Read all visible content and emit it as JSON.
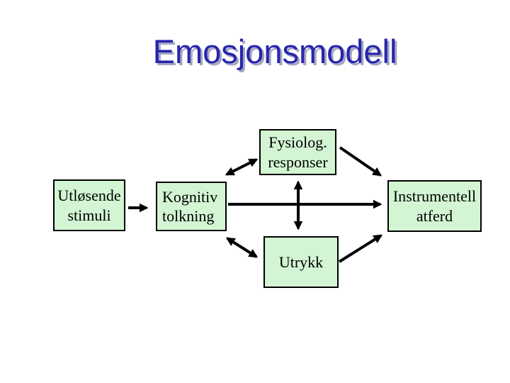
{
  "slide": {
    "title": "Emosjonsmodell",
    "colors": {
      "title_text": "#2626AE",
      "title_shadow": "#A6A6C2",
      "box_fill": "#D3F5D3",
      "box_border": "#000000",
      "arrow": "#000000",
      "background": "#FFFFFF"
    }
  },
  "diagram": {
    "boxes": [
      {
        "id": "utlosende-stimuli",
        "line1": "Utløsende",
        "line2": "stimuli"
      },
      {
        "id": "kognitiv-tolkning",
        "line1": "Kognitiv",
        "line2": "tolkning"
      },
      {
        "id": "fysiolog-responser",
        "line1": "Fysiolog.",
        "line2": "responser"
      },
      {
        "id": "instrumentell-atferd",
        "line1": "Instrumentell",
        "line2": "atferd"
      },
      {
        "id": "utrykk",
        "line1": "Utrykk"
      }
    ],
    "arrows": [
      {
        "from": "utlosende-stimuli",
        "to": "kognitiv-tolkning",
        "bidirectional": false
      },
      {
        "from": "kognitiv-tolkning",
        "to": "fysiolog-responser",
        "bidirectional": true
      },
      {
        "from": "fysiolog-responser",
        "to": "instrumentell-atferd",
        "bidirectional": false
      },
      {
        "from": "kognitiv-tolkning",
        "to": "instrumentell-atferd",
        "bidirectional": false
      },
      {
        "from": "fysiolog-responser",
        "to": "utrykk",
        "bidirectional": true
      },
      {
        "from": "kognitiv-tolkning",
        "to": "utrykk",
        "bidirectional": true
      },
      {
        "from": "utrykk",
        "to": "instrumentell-atferd",
        "bidirectional": false
      }
    ]
  }
}
